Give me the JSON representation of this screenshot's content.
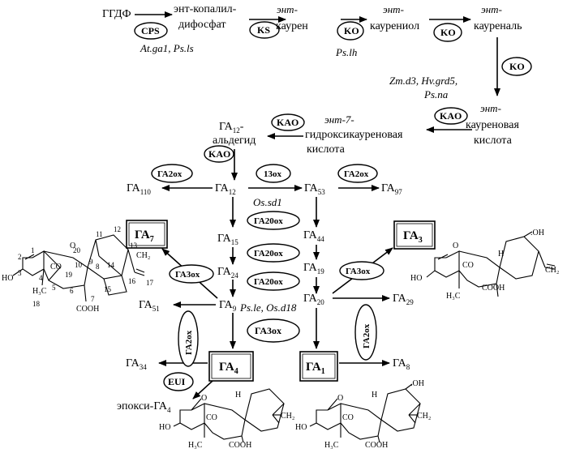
{
  "compounds": {
    "ggdf": "ГГДФ",
    "ent_copalyl_1": "энт-копалил-",
    "ent_copalyl_2": "дифосфат",
    "ent": "энт-",
    "kauren": "каурен",
    "kaurenol": "каурениол",
    "kaurenal": "кауреналь",
    "kaurenoic_1": "кауреновая",
    "kaurenoic_2": "кислота",
    "hydroxy_1": "энт-7-",
    "hydroxy_2": "гидроксикауреновая",
    "hydroxy_3": "кислота",
    "ga12_ald_1": "ГА",
    "ga12_ald_sub": "12",
    "ga12_ald_2": "-",
    "ga12_ald_3": "альдегид",
    "epoxy": "эпокси-ГА",
    "epoxy_sub": "4"
  },
  "ga": {
    "prefix": "ГА",
    "ga110": "110",
    "ga12": "12",
    "ga53": "53",
    "ga97": "97",
    "ga15": "15",
    "ga44": "44",
    "ga24": "24",
    "ga19": "19",
    "ga9": "9",
    "ga20": "20",
    "ga51": "51",
    "ga29": "29",
    "ga34": "34",
    "ga8": "8",
    "ga7": "7",
    "ga3": "3",
    "ga4": "4",
    "ga1": "1"
  },
  "enzymes": {
    "cps": "CPS",
    "ks": "KS",
    "ko": "KO",
    "kao": "KAO",
    "ga2ox": "ГА2ox",
    "ga13ox": "13ox",
    "ga20ox": "ГА20ox",
    "ga3ox": "ГА3ox",
    "eui": "EUI"
  },
  "genes": {
    "cps": "At.ga1,  Ps.ls",
    "ko": "Ps.lh",
    "kao_1": "Zm.d3,  Hv.grd5,",
    "kao_2": "Ps.na",
    "ga20": "Os.sd1",
    "ga3": "Ps.le,  Os.d18"
  },
  "atoms": {
    "o": "O",
    "co": "CO",
    "ho": "HO",
    "h": "H",
    "oh": ".OH",
    "cooh": "COOH",
    "h3c": "H₃C",
    "ch2": "CH₂",
    "h3c_b": "H₃C",
    "ch2_b": "CH₂",
    "ho_b": "HO"
  },
  "numbering": [
    "1",
    "2",
    "3",
    "4",
    "5",
    "6",
    "7",
    "8",
    "9",
    "10",
    "11",
    "12",
    "13",
    "14",
    "15",
    "16",
    "17",
    "18",
    "19",
    "20"
  ]
}
